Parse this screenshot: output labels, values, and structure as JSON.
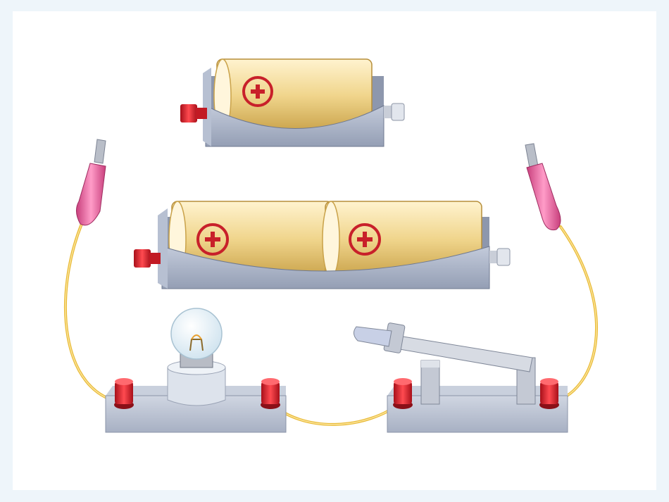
{
  "colors": {
    "page_background": "#eef5fa",
    "panel": "#ffffff",
    "holder": "#a9b3c7",
    "holder_dark": "#7e889d",
    "battery": "#f0d58c",
    "battery_edge": "#c9a24a",
    "plus_sign": "#c8202a",
    "terminal_red": "#d8202b",
    "wire": "#f2c94c",
    "clip_pink": "#e0609a",
    "bulb_glass": "#eef6fb",
    "switch_metal": "#c4c9d4"
  },
  "icons": {
    "positive_terminal": "plus-circle",
    "bulb": "light-bulb",
    "switch": "knife-switch",
    "clip": "alligator-clip"
  },
  "components": {
    "single_battery": {
      "cells": 1,
      "symbol": "+"
    },
    "double_battery": {
      "cells": 2,
      "symbols": [
        "+",
        "+"
      ]
    },
    "lamp_board": {
      "terminals": 2
    },
    "switch_board": {
      "terminals": 2
    },
    "clip_leads": 2
  }
}
